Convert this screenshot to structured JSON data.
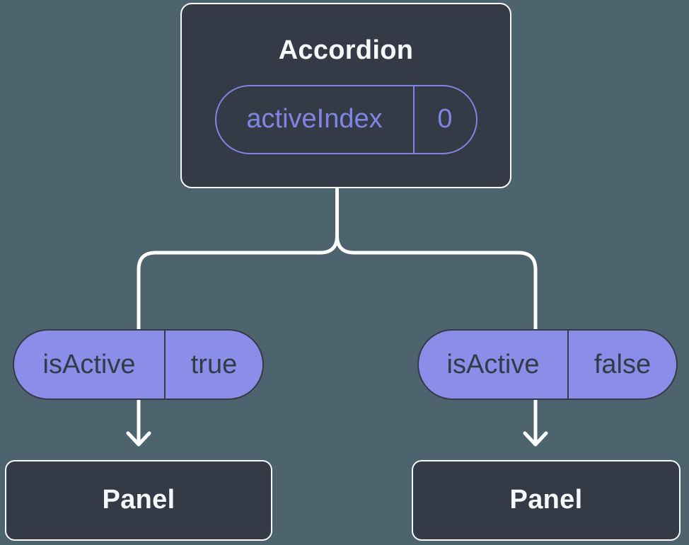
{
  "colors": {
    "background": "#4d646e",
    "node_fill": "#343a46",
    "node_border": "#f7f9fa",
    "title_text": "#f6f7f9",
    "accent_purple": "#8185e2",
    "pill_fill": "#8a8ee8",
    "pill_text": "#343a46",
    "connector": "#ffffff"
  },
  "diagram": {
    "root": {
      "title": "Accordion",
      "prop": {
        "name": "activeIndex",
        "value": "0"
      }
    },
    "children": [
      {
        "prop": {
          "name": "isActive",
          "value": "true"
        },
        "node": {
          "title": "Panel"
        }
      },
      {
        "prop": {
          "name": "isActive",
          "value": "false"
        },
        "node": {
          "title": "Panel"
        }
      }
    ]
  }
}
